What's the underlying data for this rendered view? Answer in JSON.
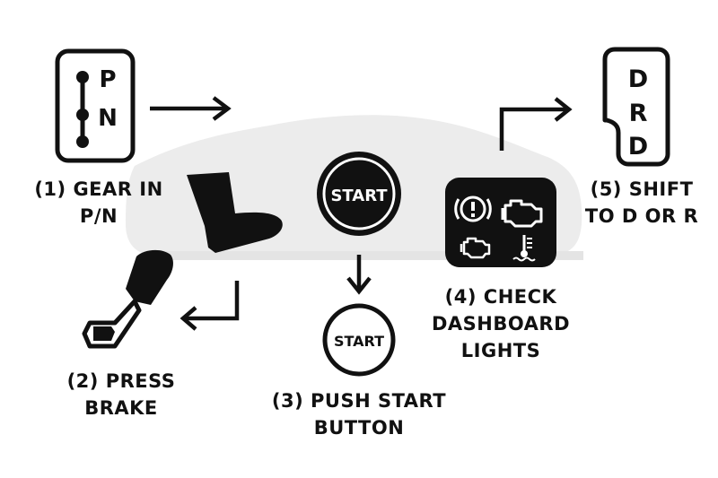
{
  "colors": {
    "ink": "#111111",
    "car_silhouette": "#ececec",
    "background": "#ffffff"
  },
  "steps": [
    {
      "number": "1",
      "lines": [
        "(1) GEAR IN",
        "P/N"
      ],
      "icon": "gear-selector-icon"
    },
    {
      "number": "2",
      "lines": [
        "(2) PRESS",
        "BRAKE"
      ],
      "icon": "brake-pedal-icon"
    },
    {
      "number": "3",
      "lines": [
        "(3) PUSH START",
        "BUTTON"
      ],
      "icon": "start-button-icon"
    },
    {
      "number": "4",
      "lines": [
        "(4) CHECK",
        "DASHBOARD",
        "LIGHTS"
      ],
      "icon": "dashboard-lights-icon"
    },
    {
      "number": "5",
      "lines": [
        "(5) SHIFT",
        "TO D OR R"
      ],
      "icon": "gear-shift-icon"
    }
  ],
  "gear_selector": {
    "letters": [
      "P",
      "N"
    ]
  },
  "shift_selector": {
    "letters": [
      "D",
      "R",
      "D"
    ]
  },
  "start_button_large": "START",
  "start_button_small": "START",
  "dashboard_icons": [
    "brake-warning-icon",
    "engine-check-icon",
    "engine-small-icon",
    "coolant-temp-icon"
  ]
}
